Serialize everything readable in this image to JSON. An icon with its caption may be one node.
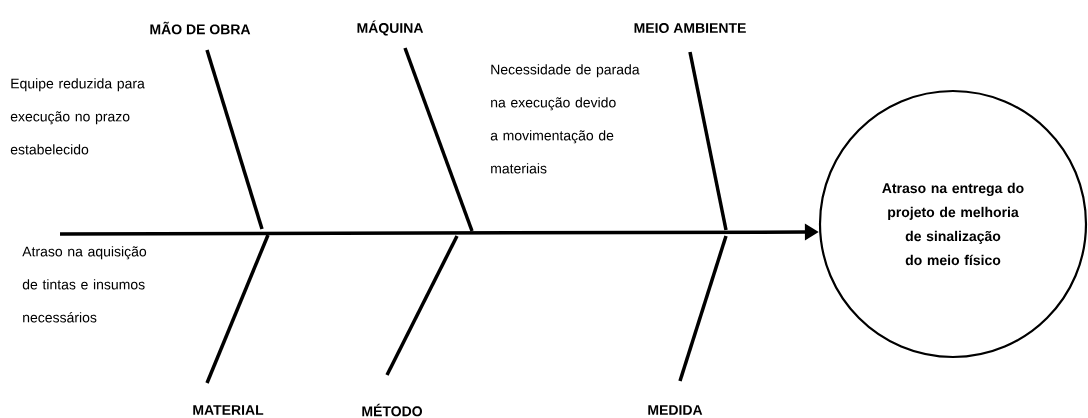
{
  "diagram": {
    "nodes": [
      {
        "text": [
          "MÃO DE OBRA"
        ]
      },
      {
        "text": [
          "MÁQUINA"
        ]
      },
      {
        "text": [
          "MEIO AMBIENTE"
        ]
      },
      {
        "text": [
          "MATERIAL"
        ]
      },
      {
        "text": [
          "MÉTODO"
        ]
      },
      {
        "text": [
          "MEDIDA"
        ]
      },
      {
        "text": [
          "Atraso na entrega do projeto de melhoria de sinalização do meio físico"
        ]
      }
    ],
    "edges": [
      {
        "from": null,
        "to": 6,
        "arrow": "to"
      },
      {
        "from": 0,
        "to": null,
        "arrow": "none"
      },
      {
        "from": 1,
        "to": null,
        "arrow": "none"
      },
      {
        "from": 2,
        "to": null,
        "arrow": "none"
      },
      {
        "from": 3,
        "to": null,
        "arrow": "none"
      },
      {
        "from": 4,
        "to": null,
        "arrow": "none"
      },
      {
        "from": 5,
        "to": null,
        "arrow": "none"
      }
    ],
    "labels": [
      "Equipe reduzida para execução no prazo estabelecido",
      "Necessidade de parada na execução devido a movimentação de materiais",
      "Atraso na aquisição de tintas e insumos necessários"
    ]
  }
}
